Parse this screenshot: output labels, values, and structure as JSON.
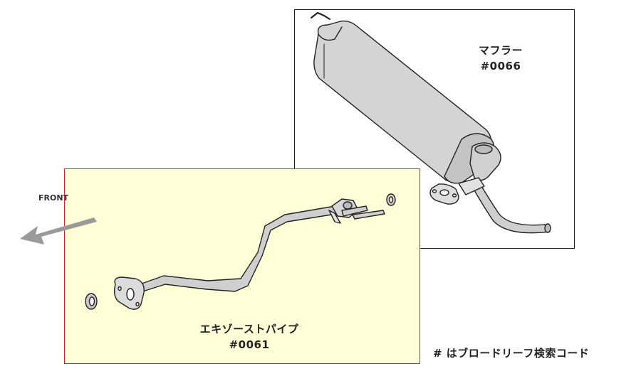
{
  "muffler": {
    "name": "マフラー",
    "code": "#0066"
  },
  "exhaust_pipe": {
    "name": "エキゾーストパイプ",
    "code": "#0061"
  },
  "direction_label": "FRONT",
  "footnote": "# はブロードリーフ検索コード",
  "colors": {
    "pipe_panel_bg": "#ffffd8",
    "pipe_panel_border": "#d9262b",
    "part_fill": "#cfcfcf",
    "arrow": "#9a9a9a"
  }
}
